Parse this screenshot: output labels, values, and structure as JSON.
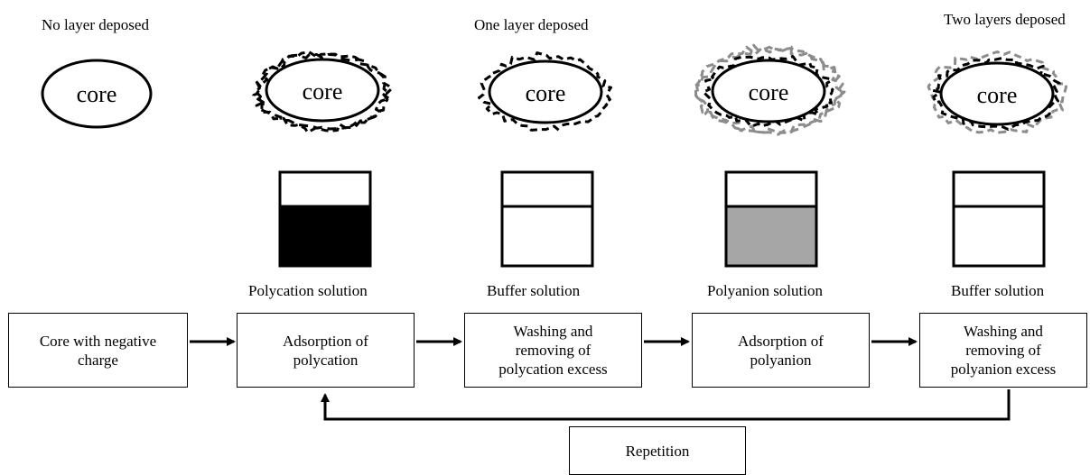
{
  "stage_labels": {
    "none": "No layer deposed",
    "one": "One layer deposed",
    "two": "Two layers deposed"
  },
  "core_label": "core",
  "solutions": {
    "polycation": "Polycation solution",
    "buffer1": "Buffer solution",
    "polyanion": "Polyanion solution",
    "buffer2": "Buffer solution"
  },
  "steps": {
    "core": [
      "Core with negative",
      "charge"
    ],
    "adsorb_cation": [
      "Adsorption of",
      "polycation"
    ],
    "wash_cation": [
      "Washing and",
      "removing of",
      "polycation excess"
    ],
    "adsorb_anion": [
      "Adsorption of",
      "polyanion"
    ],
    "wash_anion": [
      "Washing and",
      "removing of",
      "polyanion excess"
    ]
  },
  "repetition_label": "Repetition",
  "colors": {
    "polycation_fill": "#000000",
    "polyanion_fill": "#a6a6a6",
    "buffer_fill": "#ffffff",
    "layer_dark": "#000000",
    "layer_grey": "#8c8c8c"
  }
}
